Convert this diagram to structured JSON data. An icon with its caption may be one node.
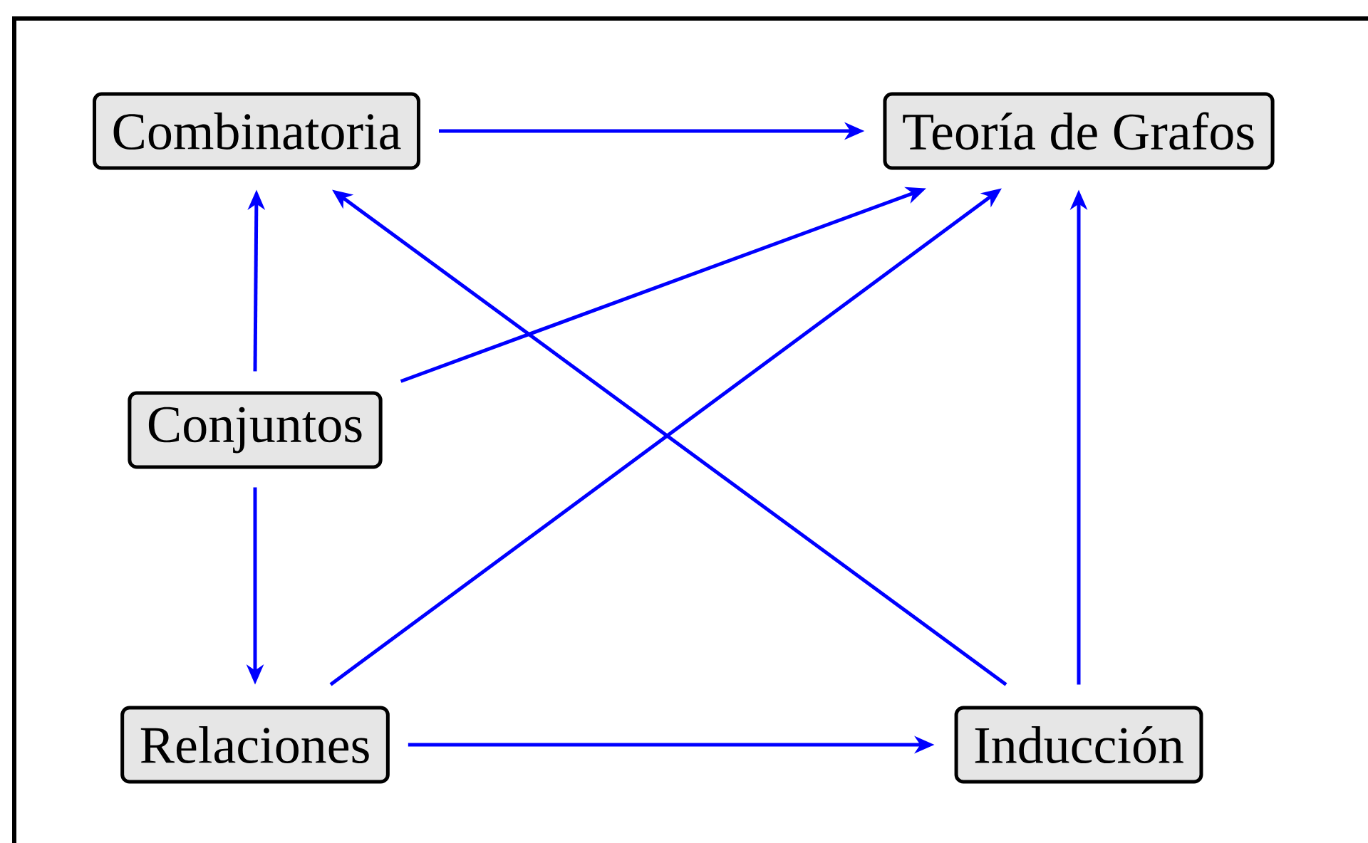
{
  "diagram": {
    "nodes": [
      {
        "text": [
          "Combinatoria"
        ]
      },
      {
        "text": [
          "Teoría de Grafos"
        ]
      },
      {
        "text": [
          "Conjuntos"
        ]
      },
      {
        "text": [
          "Relaciones"
        ]
      },
      {
        "text": [
          "Inducción"
        ]
      }
    ],
    "edges": [
      {
        "from": 0,
        "to": 1,
        "arrow": "to"
      },
      {
        "from": 2,
        "to": 0,
        "arrow": "to"
      },
      {
        "from": 2,
        "to": 1,
        "arrow": "to"
      },
      {
        "from": 3,
        "to": 1,
        "arrow": "to"
      },
      {
        "from": 4,
        "to": 0,
        "arrow": "to"
      },
      {
        "from": 4,
        "to": 1,
        "arrow": "to"
      },
      {
        "from": 2,
        "to": 3,
        "arrow": "to"
      },
      {
        "from": 3,
        "to": 4,
        "arrow": "to"
      }
    ]
  }
}
